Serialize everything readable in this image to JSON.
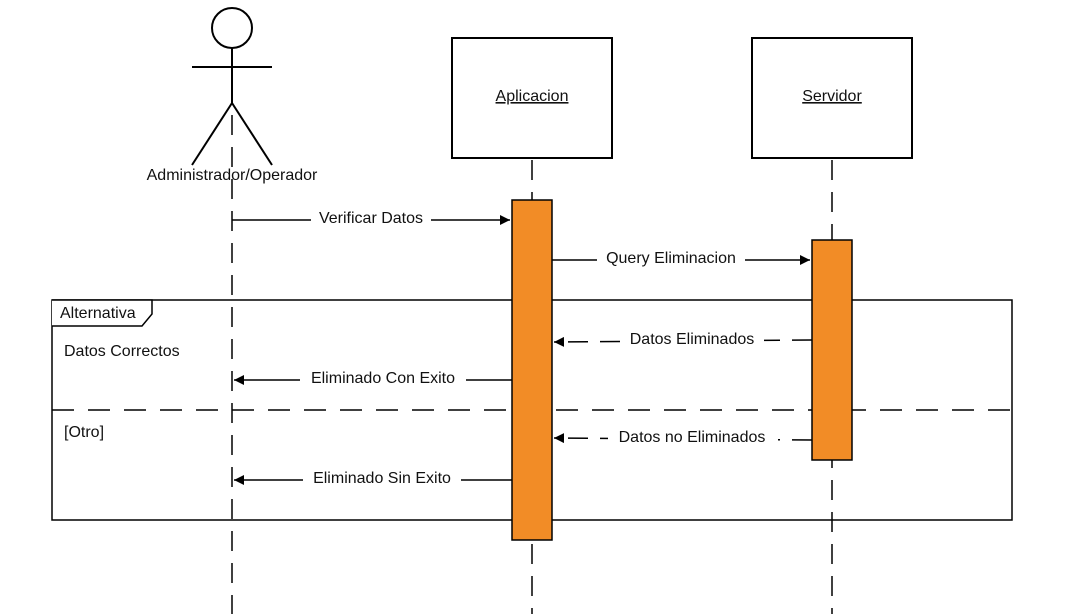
{
  "actor": {
    "name": "Administrador/Operador"
  },
  "participants": [
    {
      "name": "Aplicacion"
    },
    {
      "name": "Servidor"
    }
  ],
  "messages": [
    {
      "label": "Verificar Datos"
    },
    {
      "label": "Query Eliminacion"
    },
    {
      "label": "Datos Eliminados"
    },
    {
      "label": "Eliminado Con Exito"
    },
    {
      "label": "Datos no Eliminados"
    },
    {
      "label": "Eliminado Sin Exito"
    }
  ],
  "fragment": {
    "operator": "Alternativa",
    "operands": [
      {
        "guard": "Datos Correctos"
      },
      {
        "guard": "[Otro]"
      }
    ]
  },
  "colors": {
    "activation_fill": "#F28C26",
    "line": "#000000"
  }
}
